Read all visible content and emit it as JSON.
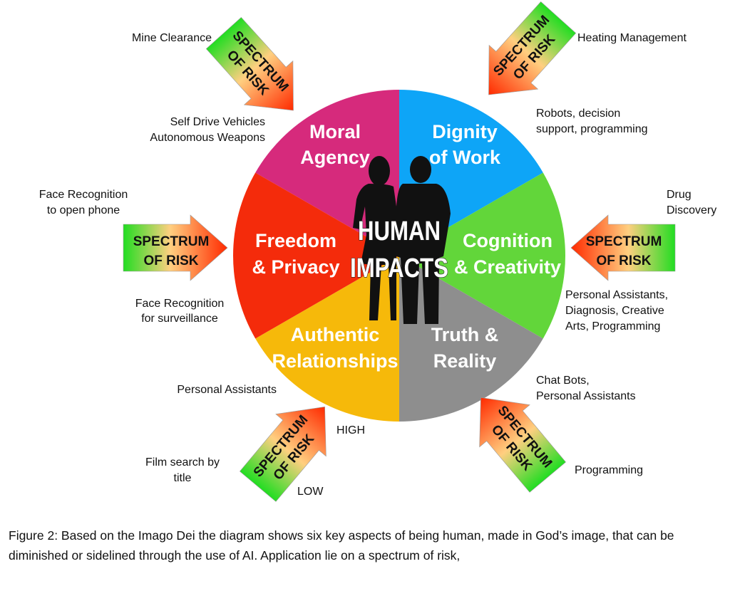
{
  "center_title": [
    "HUMAN",
    "IMPACTS"
  ],
  "arrow_label": [
    "SPECTRUM",
    "OF RISK"
  ],
  "colors": {
    "moral": "#d62a7c",
    "dignity": "#0ea5f7",
    "cognition": "#62d63a",
    "truth": "#8e8e8e",
    "authentic": "#f6b90a",
    "freedom": "#f42b0b",
    "risk_low": "#22dd22",
    "risk_mid": "#ffcf80",
    "risk_high": "#ff2a00"
  },
  "wedges": [
    {
      "lines": [
        "Moral",
        "Agency"
      ]
    },
    {
      "lines": [
        "Dignity",
        "of Work"
      ]
    },
    {
      "lines": [
        "Cognition",
        "& Creativity"
      ]
    },
    {
      "lines": [
        "Truth &",
        "Reality"
      ]
    },
    {
      "lines": [
        "Authentic",
        "Relationships"
      ]
    },
    {
      "lines": [
        "Freedom",
        "& Privacy"
      ]
    }
  ],
  "labels": {
    "mine": "Mine Clearance",
    "self_drive": [
      "Self Drive Vehicles",
      "Autonomous Weapons"
    ],
    "heating": "Heating Management",
    "robots": [
      "Robots, decision",
      "support, programming"
    ],
    "face_phone": [
      "Face Recognition",
      "to open phone"
    ],
    "face_surv": [
      "Face Recognition",
      "for surveillance"
    ],
    "drug": [
      "Drug",
      "Discovery"
    ],
    "personal_diag": [
      "Personal Assistants,",
      "Diagnosis, Creative",
      "Arts, Programming"
    ],
    "chat": [
      "Chat Bots,",
      "Personal Assistants"
    ],
    "programming": "Programming",
    "personal": "Personal Assistants",
    "high": "HIGH",
    "low": "LOW",
    "film": [
      "Film search by",
      "title"
    ]
  },
  "caption": "Figure 2: Based on the Imago Dei the diagram shows six key aspects of being human, made in God’s image, that can be diminished or sidelined through the use of AI. Application lie on a spectrum of risk,"
}
